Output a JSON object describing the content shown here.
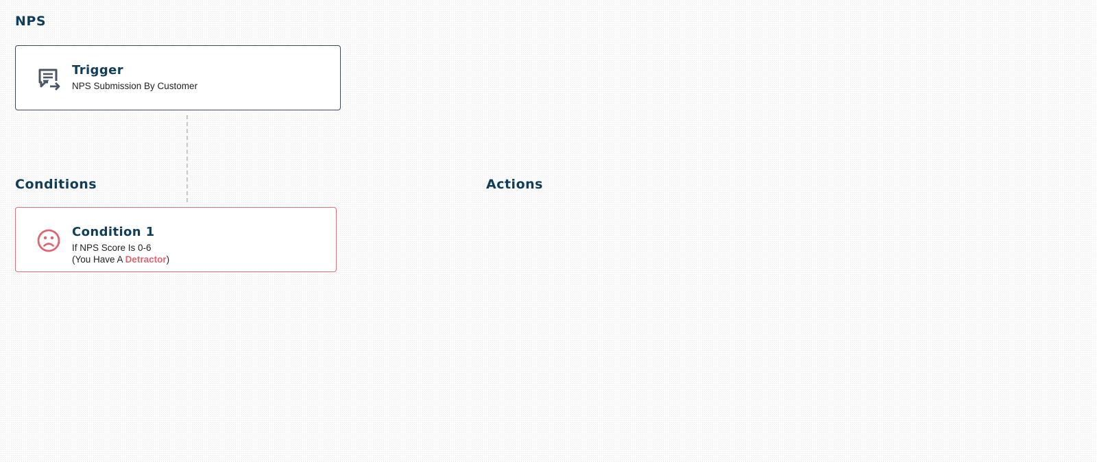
{
  "header": {
    "title": "NPS"
  },
  "trigger": {
    "title": "Trigger",
    "description": "NPS Submission By Customer",
    "icon": "message-forward-icon"
  },
  "sections": {
    "conditions": "Conditions",
    "actions": "Actions"
  },
  "conditions": [
    {
      "title": "Condition 1",
      "line1": "If NPS Score Is 0-6",
      "line2_prefix": "(You Have A ",
      "line2_highlight": "Detractor",
      "line2_suffix": ")",
      "icon": "sad-face-icon"
    }
  ],
  "colors": {
    "heading": "#0f3d5a",
    "trigger_border": "#3a4856",
    "condition_border": "#e0707d",
    "detractor": "#e06470",
    "icon_gray": "#4a5666",
    "connector": "#c9c9c9"
  }
}
